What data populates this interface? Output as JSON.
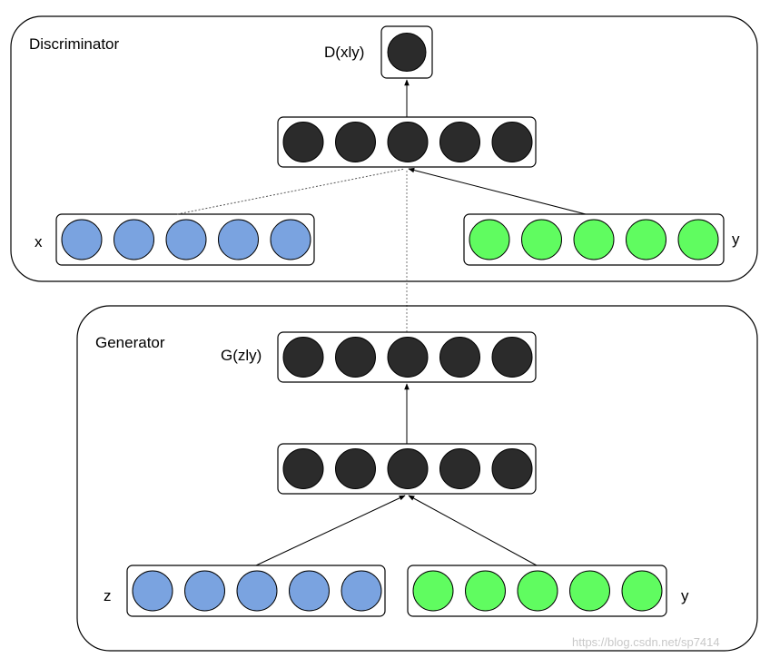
{
  "discriminator": {
    "title": "Discriminator",
    "output_label": "D(xly)",
    "x_label": "x",
    "y_label": "y"
  },
  "generator": {
    "title": "Generator",
    "output_label": "G(zly)",
    "z_label": "z",
    "y_label": "y"
  },
  "watermark": "https://blog.csdn.net/sp7414",
  "colors": {
    "dark_node": "#2b2b2b",
    "blue_node": "#7aa3e0",
    "green_node": "#60fc60",
    "stroke": "#000000"
  }
}
